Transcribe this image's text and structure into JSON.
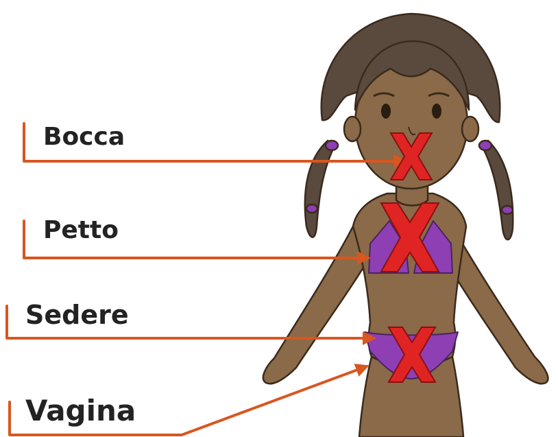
{
  "labels": {
    "mouth": "Bocca",
    "chest": "Petto",
    "bottom": "Sedere",
    "vagina": "Vagina"
  },
  "icons": {
    "figure": "cartoon-girl-in-bikini",
    "marker": "red-x-icon"
  },
  "colors": {
    "arrow": "#d9561f",
    "cross": "#e02424",
    "text": "#232323",
    "skin": "#8a6a48",
    "hair": "#5a4a3e",
    "swimsuit": "#8e3fb3"
  }
}
